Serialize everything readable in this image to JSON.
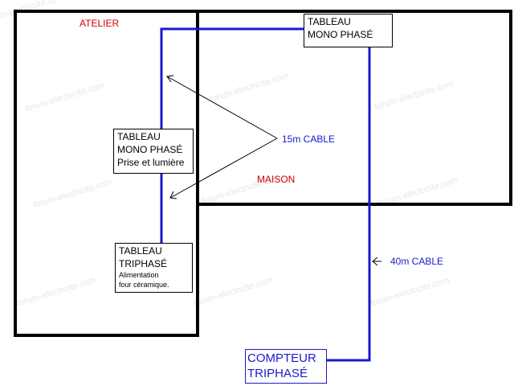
{
  "watermark": "forum-electricite.com",
  "rooms": {
    "atelier_label": "ATELIER",
    "maison_label": "MAISON"
  },
  "panels": {
    "maison_main": {
      "line1": "TABLEAU",
      "line2": "MONO PHASÉ"
    },
    "atelier_mono": {
      "line1": "TABLEAU",
      "line2": "MONO PHASÉ",
      "line3": "Prise et lumière"
    },
    "atelier_tri": {
      "line1": "TABLEAU",
      "line2": "TRIPHASÉ",
      "note1": "Alimentation",
      "note2": "four céramique."
    }
  },
  "meter": {
    "line1": "COMPTEUR",
    "line2": "TRIPHASÉ"
  },
  "cables": {
    "upper": "15m CABLE",
    "lower": "40m CABLE"
  },
  "colors": {
    "wire": "#1a1acc",
    "room_label": "#cc0000",
    "wall": "#000000"
  }
}
